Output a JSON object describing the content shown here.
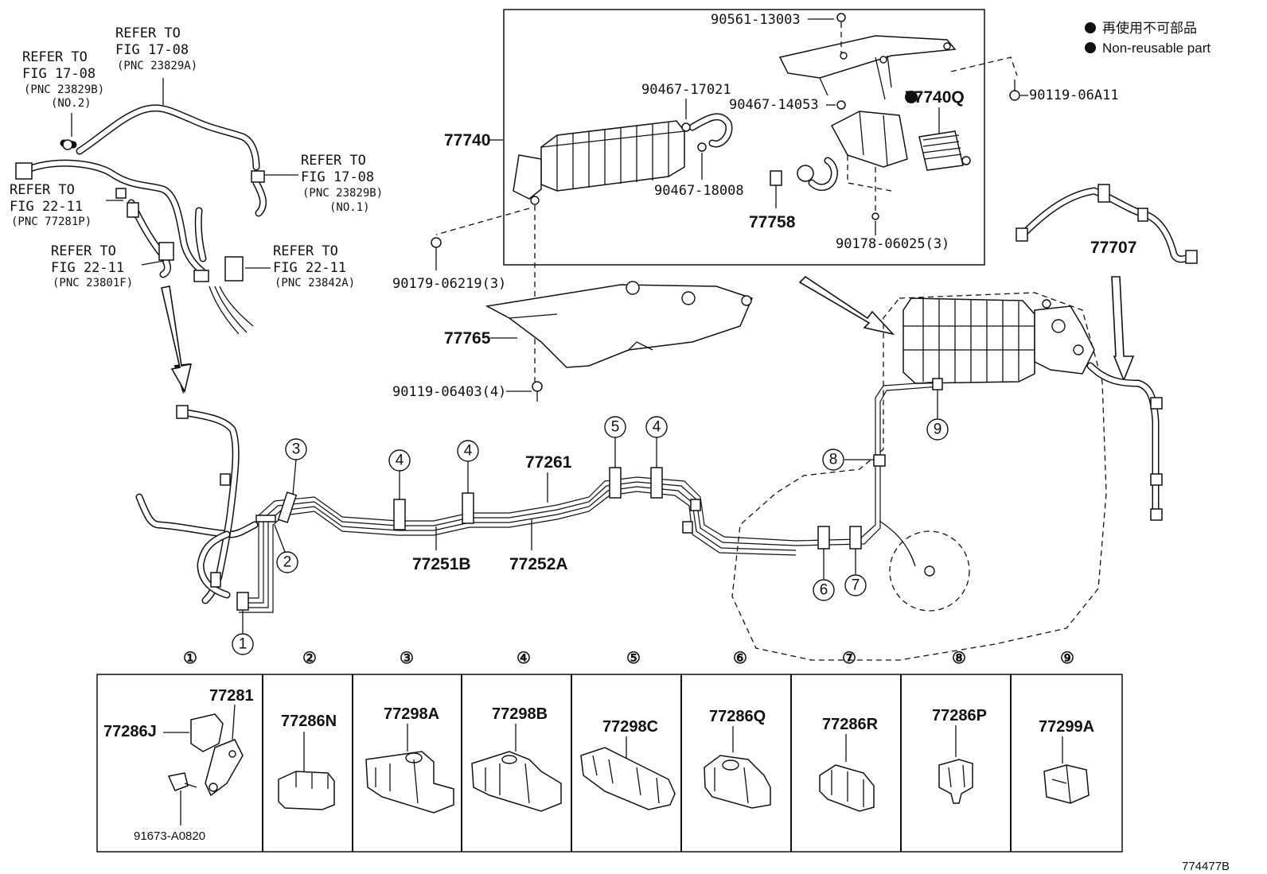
{
  "refs": [
    {
      "l1": "REFER TO",
      "l2": "FIG 17-08",
      "l3": "(PNC 23829B)",
      "l4": "(NO.2)"
    },
    {
      "l1": "REFER TO",
      "l2": "FIG 17-08",
      "l3": "(PNC 23829A)"
    },
    {
      "l1": "REFER TO",
      "l2": "FIG 17-08",
      "l3": "(PNC 23829B)",
      "l4": "(NO.1)"
    },
    {
      "l1": "REFER TO",
      "l2": "FIG 22-11",
      "l3": "(PNC 77281P)"
    },
    {
      "l1": "REFER TO",
      "l2": "FIG 22-11",
      "l3": "(PNC 23801F)"
    },
    {
      "l1": "REFER TO",
      "l2": "FIG 22-11",
      "l3": "(PNC 23842A)"
    }
  ],
  "parts": {
    "p90561": "90561-13003",
    "p90467a": "90467-17021",
    "p90467b": "90467-14053",
    "p77740Q": "77740Q",
    "p90119a": "90119-06A11",
    "p77740": "77740",
    "p90467c": "90467-18008",
    "p77758": "77758",
    "p90178": "90178-06025(3)",
    "p77707": "77707",
    "p90179": "90179-06219(3)",
    "p77765": "77765",
    "p90119b": "90119-06403(4)",
    "p77261": "77261",
    "p77251B": "77251B",
    "p77252A": "77252A"
  },
  "legend": {
    "jp": "再使用不可部品",
    "en": "Non-reusable part"
  },
  "callouts": [
    "1",
    "2",
    "3",
    "4",
    "5",
    "6",
    "7",
    "8",
    "9"
  ],
  "clamps": [
    {
      "num": "①",
      "parts": [
        "77281",
        "77286J",
        "91673-A0820"
      ]
    },
    {
      "num": "②",
      "parts": [
        "77286N"
      ]
    },
    {
      "num": "③",
      "parts": [
        "77298A"
      ]
    },
    {
      "num": "④",
      "parts": [
        "77298B"
      ]
    },
    {
      "num": "⑤",
      "parts": [
        "77298C"
      ]
    },
    {
      "num": "⑥",
      "parts": [
        "77286Q"
      ]
    },
    {
      "num": "⑦",
      "parts": [
        "77286R"
      ]
    },
    {
      "num": "⑧",
      "parts": [
        "77286P"
      ]
    },
    {
      "num": "⑨",
      "parts": [
        "77299A"
      ]
    }
  ],
  "figure_code": "774477B"
}
